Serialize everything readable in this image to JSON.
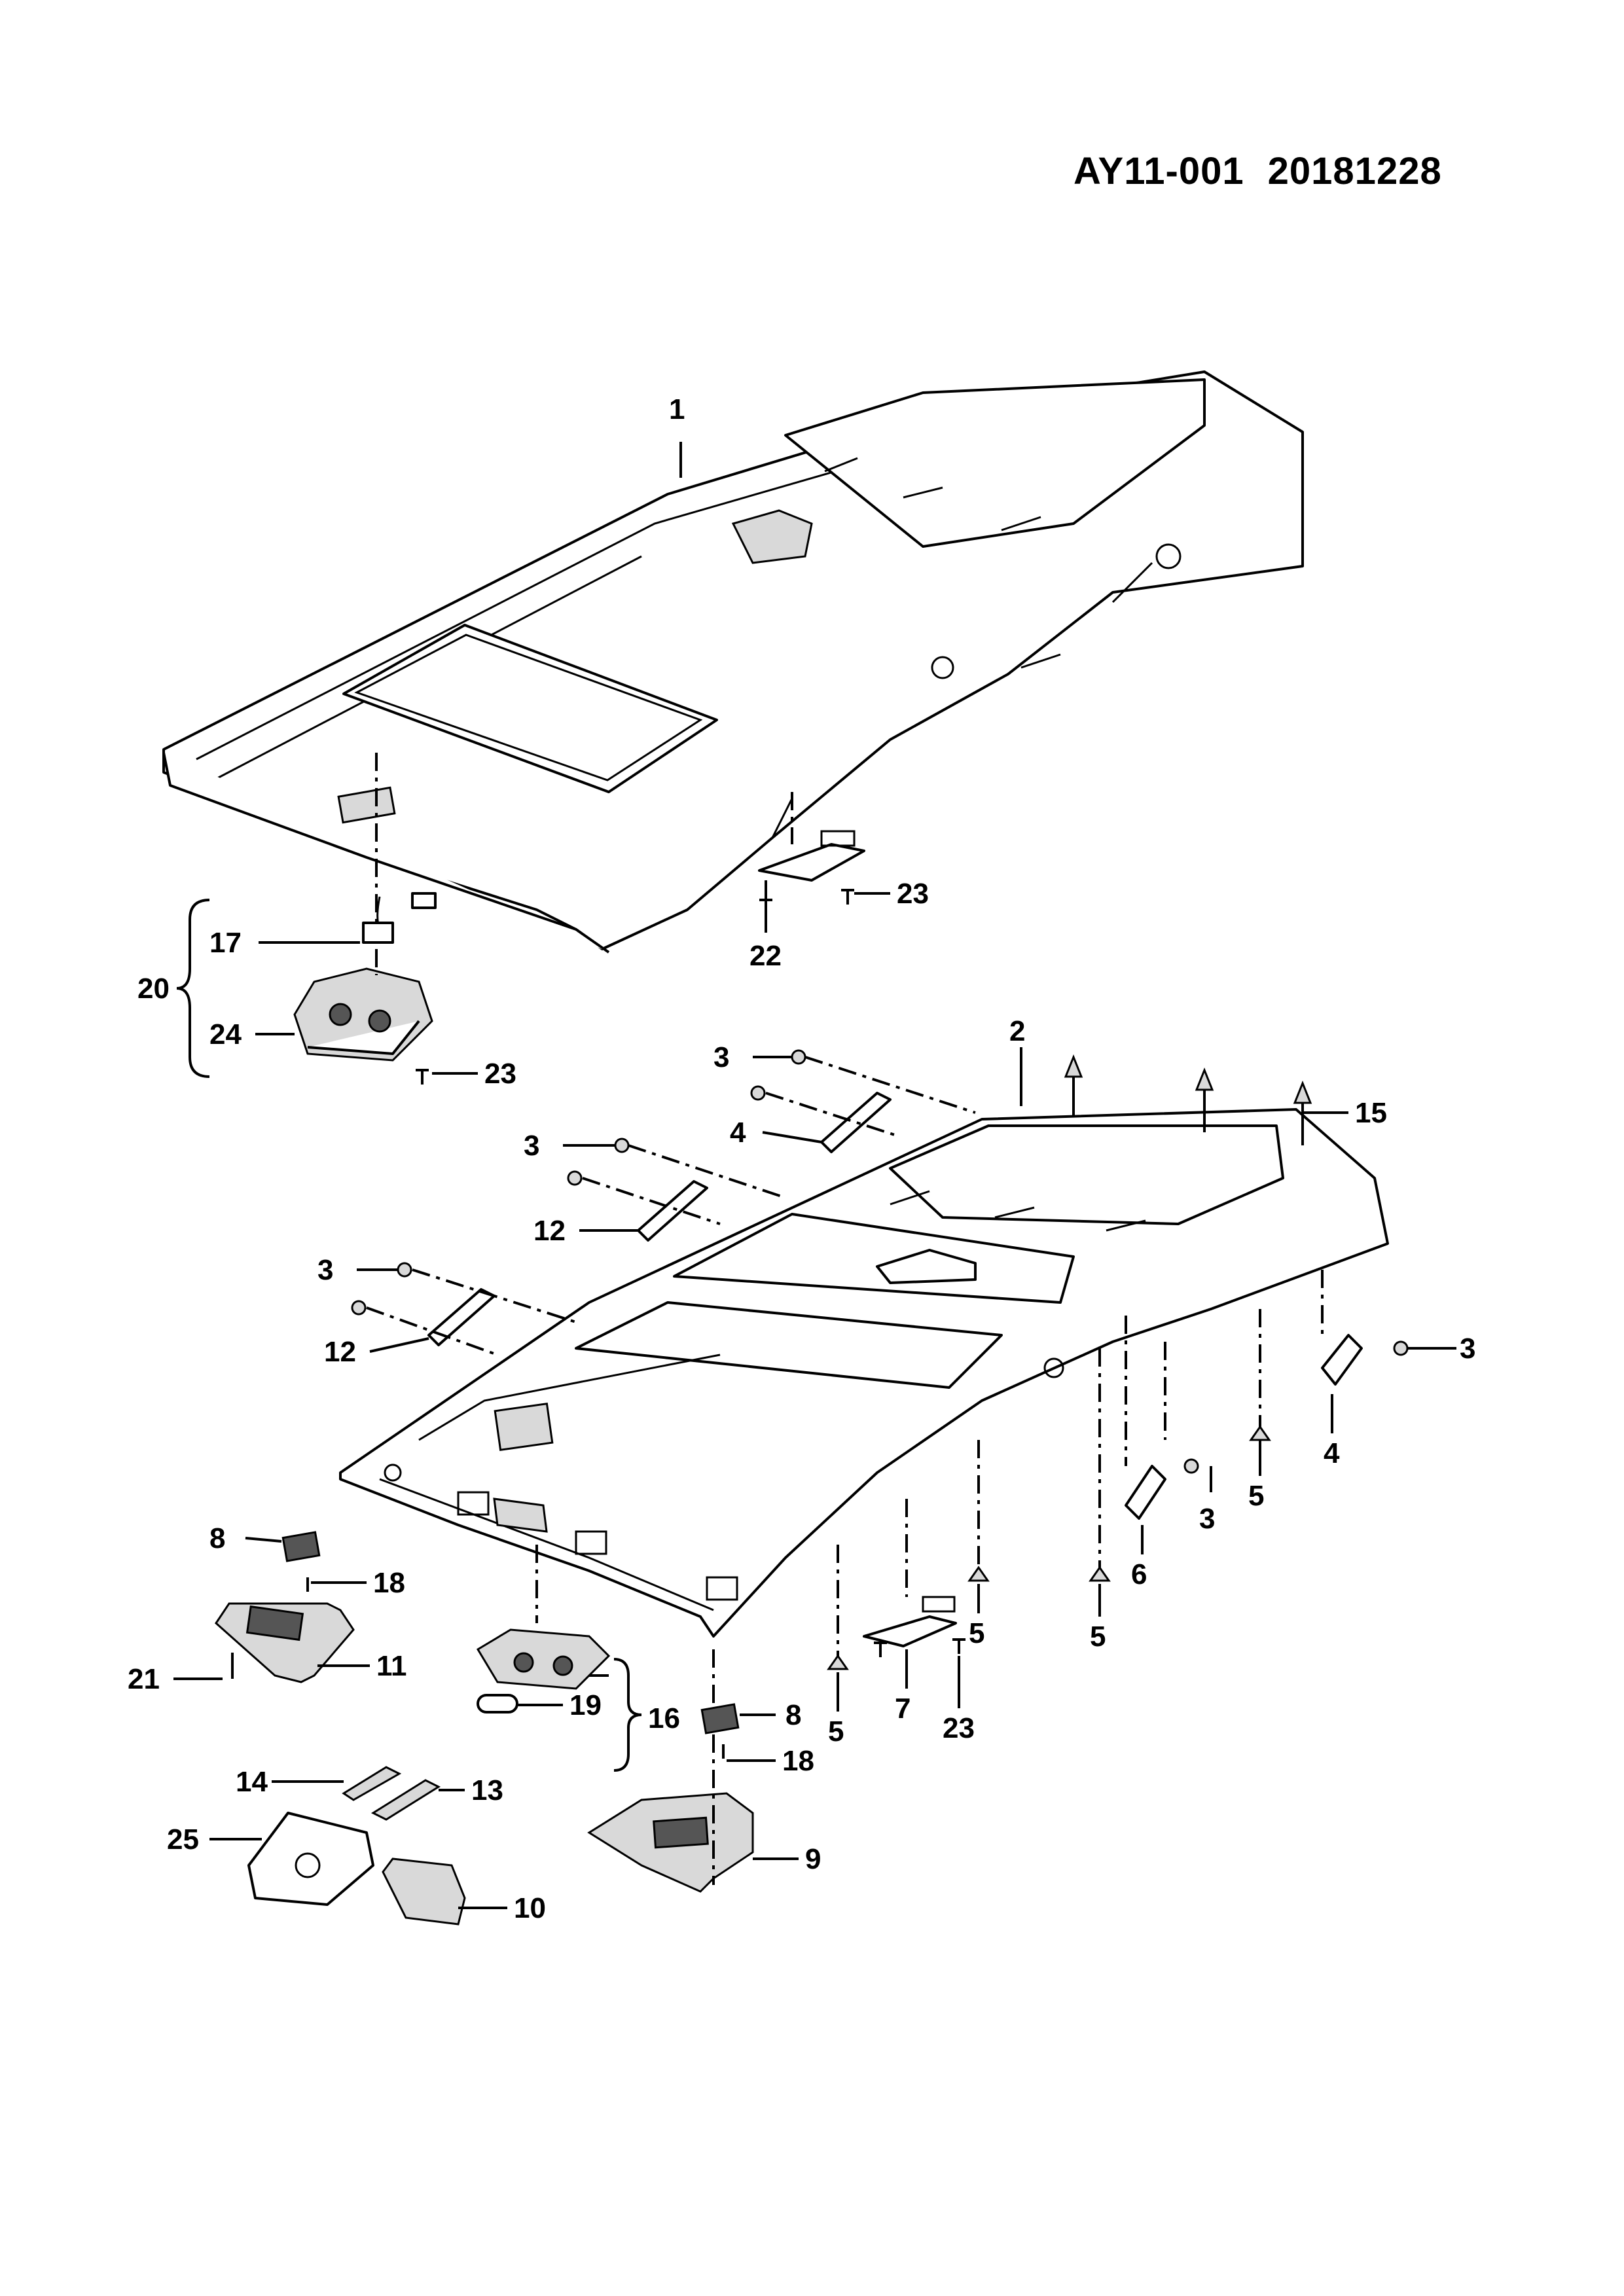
{
  "header": {
    "diagram_code": "AY11-001",
    "diagram_date": "20181228"
  },
  "callouts": {
    "c1": "1",
    "c2": "2",
    "c3a": "3",
    "c3b": "3",
    "c3c": "3",
    "c3d": "3",
    "c3e": "3",
    "c4a": "4",
    "c4b": "4",
    "c5a": "5",
    "c5b": "5",
    "c5c": "5",
    "c5d": "5",
    "c6": "6",
    "c7": "7",
    "c8a": "8",
    "c8b": "8",
    "c9": "9",
    "c10": "10",
    "c11": "11",
    "c12a": "12",
    "c12b": "12",
    "c13": "13",
    "c14": "14",
    "c15": "15",
    "c16": "16",
    "c17": "17",
    "c18a": "18",
    "c18b": "18",
    "c19": "19",
    "c20": "20",
    "c21": "21",
    "c22": "22",
    "c23a": "23",
    "c23b": "23",
    "c23c": "23",
    "c24": "24",
    "c25": "25"
  }
}
